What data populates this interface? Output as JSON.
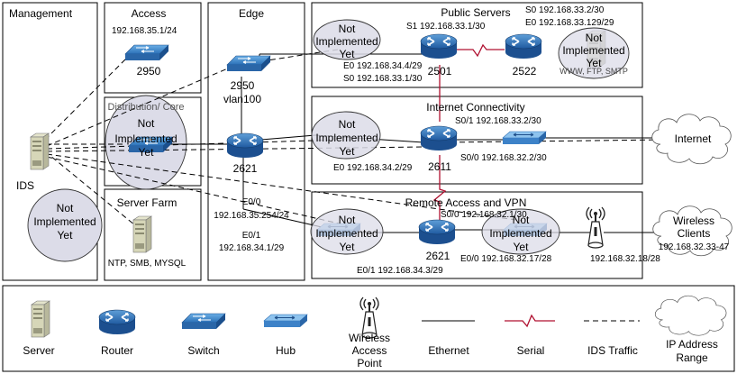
{
  "regions": {
    "management": "Management",
    "access": "Access",
    "distribution_core": "Distribution/ Core",
    "server_farm": "Server Farm",
    "edge": "Edge",
    "public_servers": "Public Servers",
    "internet_connectivity": "Internet Connectivity",
    "remote_access": "Remote Access and VPN"
  },
  "labels": {
    "ni1": "Not",
    "ni2": "Implemented",
    "ni3": "Yet",
    "access_ip": "192.168.35.1/24",
    "access_switch": "2950",
    "edge_switch": "2950",
    "edge_vlan": "vlan100",
    "edge_router": "2621",
    "edge_e00": "E0/0",
    "edge_e00_ip": "192.168.35.254/24",
    "edge_e01": "E0/1",
    "edge_e01_ip": "192.168.34.1/29",
    "ids": "IDS",
    "server_farm_services": "NTP, SMB, MYSQL",
    "s1_2501": "S1 192.168.33.1/30",
    "s0_2522": "S0 192.168.33.2/30",
    "e0_2522": "E0 192.168.33.129/29",
    "e0_2501": "E0 192.168.34.4/29",
    "s0_2501": "S0 192.168.33.1/30",
    "router_2501": "2501",
    "router_2522": "2522",
    "www_ftp_smtp": "WWW, FTP, SMTP",
    "s01_2611": "S0/1 192.168.33.2/30",
    "e0_2611": "E0 192.168.34.2/29",
    "router_2611": "2611",
    "s00_2611": "S0/0 192.168.32.2/30",
    "s00_remote": "S0/0 192.168.32.1/30",
    "router_remote": "2621",
    "e01_remote": "E0/1 192.168.34.3/29",
    "e00_remote": "E0/0 192.168.32.17/28",
    "ap_ip": "192.168.32.18/28",
    "internet": "Internet",
    "wireless": "Wireless",
    "clients": "Clients",
    "clients_range": "192.168.32.33-47"
  },
  "legend": {
    "server": "Server",
    "router": "Router",
    "switch": "Switch",
    "hub": "Hub",
    "wireless1": "Wireless",
    "wireless2": "Access",
    "wireless3": "Point",
    "ethernet": "Ethernet",
    "serial": "Serial",
    "ids_traffic": "IDS Traffic",
    "ip1": "IP Address",
    "ip2": "Range"
  },
  "colors": {
    "serial": "#b01030",
    "router": "#1f5aa0",
    "not_implemented_fill": "#dcdce8"
  }
}
